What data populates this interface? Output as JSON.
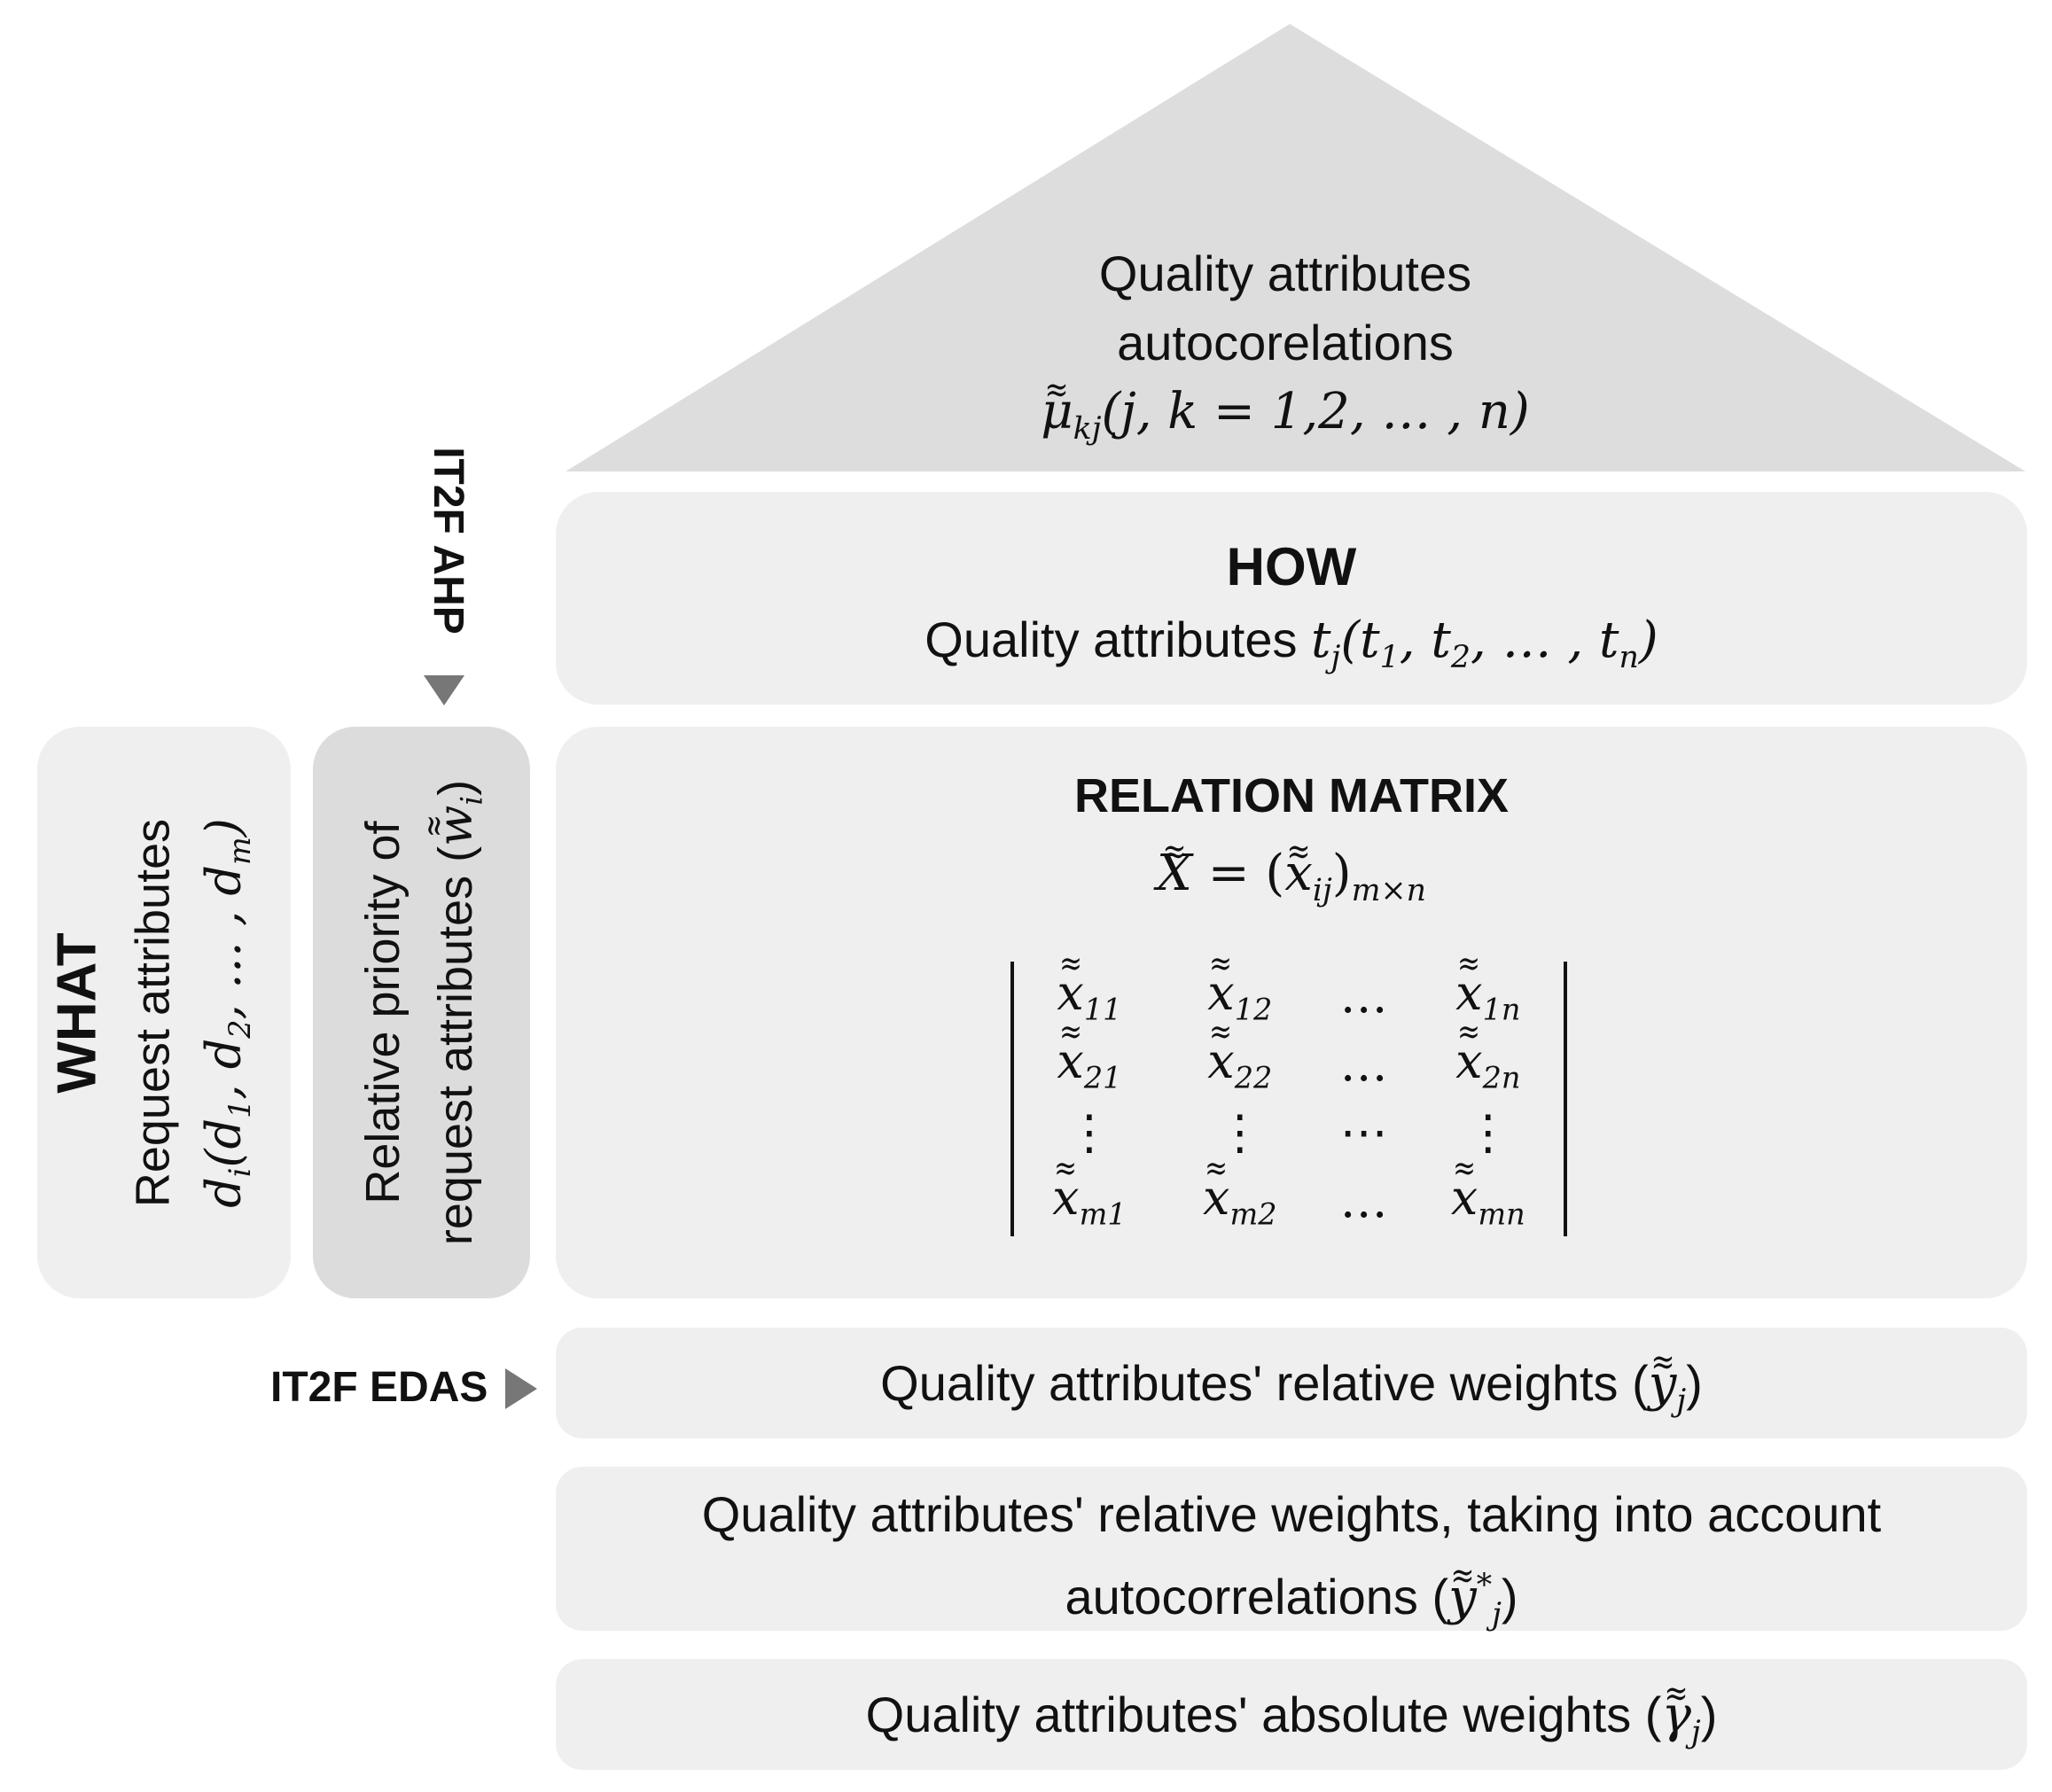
{
  "roof": {
    "line1": "Quality attributes",
    "line2": "autocorelations",
    "formula_prefix": "μ",
    "formula_sub": "kj",
    "formula_rest": "(j, k = 1,2, … , n)"
  },
  "how": {
    "title": "HOW",
    "text": "Quality attributes ",
    "formula": "t",
    "formula_sub": "j",
    "formula_rest_open": "(t",
    "t1_sub": "1",
    "t2_sub": "2",
    "tn_sub": "n"
  },
  "it2f_ahp": "IT2F AHP",
  "it2f_edas": "IT2F EDAS",
  "what": {
    "title": "WHAT",
    "line1": "Request attributes",
    "formula": "d",
    "formula_sub": "i"
  },
  "priority": {
    "line1": "Relative priority of",
    "line2": "request attributes (",
    "formula": "w",
    "formula_sub": "i",
    "close": ")"
  },
  "relation": {
    "title": "RELATION MATRIX",
    "formula_X": "X",
    "formula_eq": " = (",
    "formula_x": "x",
    "formula_sub": "ij",
    "formula_close": ")",
    "formula_size": "m×n",
    "matrix": [
      [
        "11",
        "12",
        "…",
        "1n"
      ],
      [
        "21",
        "22",
        "…",
        "2n"
      ],
      [
        "⋮",
        "⋮",
        "⋯",
        "⋮"
      ],
      [
        "m1",
        "m2",
        "…",
        "mn"
      ]
    ]
  },
  "rows": {
    "relative": "Quality attributes' relative weights (",
    "relative_sym": "y",
    "relative_sub": "j",
    "relative_close": ")",
    "auto_line1": "Quality attributes' relative weights, taking into account",
    "auto_line2": "autocorrelations (",
    "auto_sym": "y",
    "auto_sub": "j",
    "auto_sup": "*",
    "auto_close": ")",
    "absolute": "Quality attributes' absolute weights (",
    "absolute_sym": "γ",
    "absolute_sub": "j",
    "absolute_close": ")"
  },
  "colors": {
    "roof": "#dddddd",
    "box_light": "#efefef",
    "box_dark": "#dcdcdc",
    "arrow": "#777777"
  }
}
